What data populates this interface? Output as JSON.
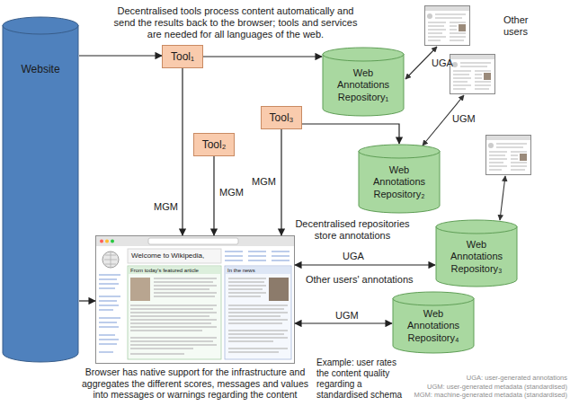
{
  "diagram": {
    "nodes": [
      {
        "text": [
          "Website"
        ]
      },
      {
        "text": [
          "Tool₁"
        ]
      },
      {
        "text": [
          "Tool₂"
        ]
      },
      {
        "text": [
          "Tool₃"
        ]
      },
      {
        "text": [
          "Web Annotations Repository₁"
        ]
      },
      {
        "text": [
          "Web Annotations Repository₂"
        ]
      },
      {
        "text": [
          "Web Annotations Repository₃"
        ]
      },
      {
        "text": [
          "Web Annotations Repository₄"
        ]
      },
      {
        "text": [
          "Browser has native support for the infrastructure and aggregates the different scores, messages and values into messages or warnings regarding the content"
        ]
      }
    ],
    "edges": [
      {
        "from": 0,
        "to": 1,
        "arrow": "to"
      },
      {
        "from": 0,
        "to": 8,
        "arrow": "to"
      },
      {
        "from": 1,
        "to": 4,
        "arrow": "to"
      },
      {
        "from": 3,
        "to": 5,
        "arrow": "to"
      },
      {
        "from": 1,
        "to": 8,
        "label": "MGM",
        "arrow": "to"
      },
      {
        "from": 2,
        "to": 8,
        "label": "MGM",
        "arrow": "to"
      },
      {
        "from": 3,
        "to": 8,
        "label": "MGM",
        "arrow": "to"
      },
      {
        "from": 6,
        "to": 8,
        "label": "UGA",
        "arrow": "both"
      },
      {
        "from": 8,
        "to": 7,
        "label": "UGM",
        "arrow": "both"
      }
    ],
    "labels": [
      "Decentralised tools process content automatically and send the results back to the browser; tools and services are needed for all languages of the web.",
      "Other users",
      "UGA",
      "UGM",
      "Decentralised repositories store annotations",
      "Other users' annotations",
      "Example: user rates the content quality regarding a standardised schema",
      "UGA: user-generated annotations",
      "UGM: user-generated metadata (standardised)",
      "MGM: machine-generated metadata (standardised)",
      "Welcome to Wikipedia,",
      "From today's featured article",
      "In the news"
    ]
  }
}
